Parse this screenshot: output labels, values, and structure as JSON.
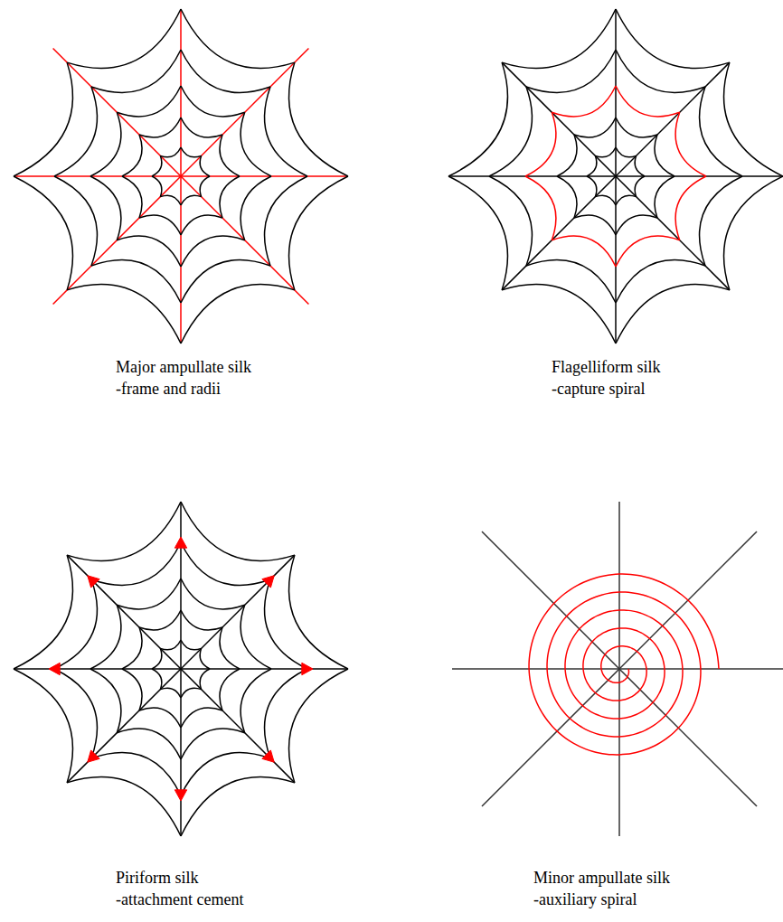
{
  "diagram": {
    "labels": [
      "Major ampullate silk",
      "-frame and radii",
      "Flagelliform silk",
      "-capture spiral",
      "Piriform silk",
      "-attachment cement",
      "Minor ampullate silk",
      "-auxiliary spiral"
    ]
  }
}
